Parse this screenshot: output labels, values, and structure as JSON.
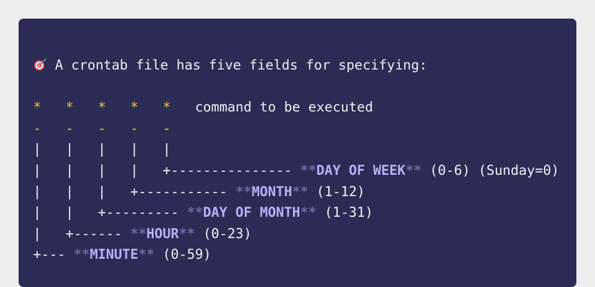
{
  "header": {
    "icon": "target-dart-icon",
    "text": " A crontab file has five fields for specifying:"
  },
  "fields_row": {
    "stars": "*   *   *   *   *",
    "command": "   command to be executed"
  },
  "dash_row": "-   -   -   -   -",
  "pipe_row": "|   |   |   |   |",
  "rows": [
    {
      "prefix": "|   |   |   |   +--------------- ",
      "field": "DAY OF WEEK",
      "suffix": " (0-6) (Sunday=0)"
    },
    {
      "prefix": "|   |   |   +----------- ",
      "field": "MONTH",
      "suffix": " (1-12)"
    },
    {
      "prefix": "|   |   +--------- ",
      "field": "DAY OF MONTH",
      "suffix": " (1-31)"
    },
    {
      "prefix": "|   +------ ",
      "field": "HOUR",
      "suffix": " (0-23)"
    },
    {
      "prefix": "+--- ",
      "field": "MINUTE",
      "suffix": " (0-59)"
    }
  ],
  "markers": {
    "open": "**",
    "close": "**"
  },
  "colors": {
    "panel": "#2b2b55",
    "text": "#f0f0f5",
    "accent_yellow": "#f3c327",
    "field": "#b8b1f4",
    "asterisks": "#6d6aa0"
  }
}
